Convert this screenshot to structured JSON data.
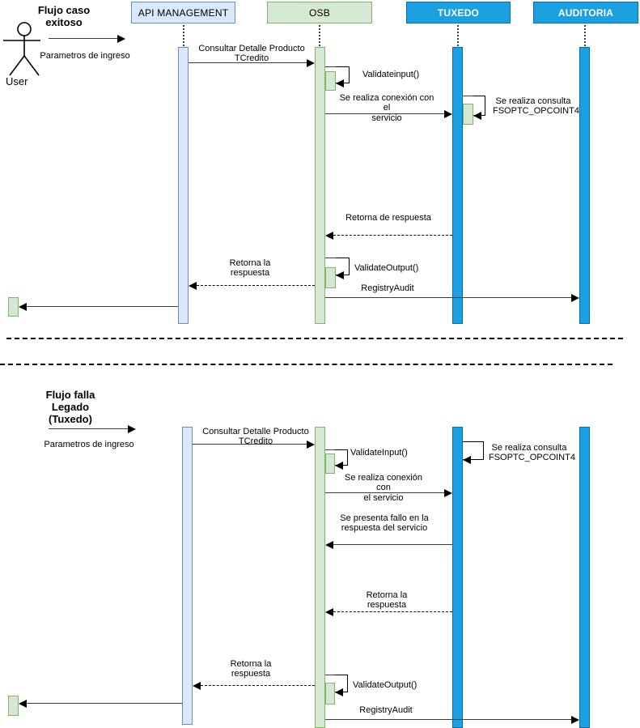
{
  "diagram": {
    "user_label": "User",
    "lifelines": [
      {
        "label": "API MANAGEMENT"
      },
      {
        "label": "OSB"
      },
      {
        "label": "TUXEDO"
      },
      {
        "label": "AUDITORIA"
      }
    ],
    "flow1": {
      "title": "Flujo caso exitoso",
      "trigger": "Parametros de ingreso",
      "msg_consultar": "Consultar Detalle Producto\nTCredito",
      "msg_validate_input": "Validateinput()",
      "msg_conexion": "Se realiza conexión con el\nservicio",
      "msg_consulta": "Se realiza consulta\nFSOPTC_OPCOINT4",
      "msg_retorna_tuxedo": "Retorna de respuesta",
      "msg_validate_output": "ValidateOutput()",
      "msg_retorna_api": "Retorna la respuesta",
      "msg_registry": "RegistryAudit"
    },
    "flow2": {
      "title": "Flujo falla Legado\n(Tuxedo)",
      "trigger": "Parametros de ingreso",
      "msg_consultar": "Consultar Detalle Producto\nTCredito",
      "msg_validate_input": "ValidateInput()",
      "msg_consulta": "Se realiza consulta\nFSOPTC_OPCOINT4",
      "msg_conexion": "Se realiza conexión con\nel servicio",
      "msg_fallo": "Se presenta fallo en la\nrespuesta del servicio",
      "msg_retorna_tuxedo": "Retorna la respuesta",
      "msg_retorna_api": "Retorna la respuesta",
      "msg_validate_output": "ValidateOutput()",
      "msg_registry": "RegistryAudit"
    },
    "colors": {
      "api_fill": "#dae8fc",
      "api_stroke": "#6c8ebf",
      "osb_fill": "#d5e8d4",
      "osb_stroke": "#82b366",
      "legacy_fill": "#1ba1e2",
      "legacy_stroke": "#006eaf"
    }
  }
}
